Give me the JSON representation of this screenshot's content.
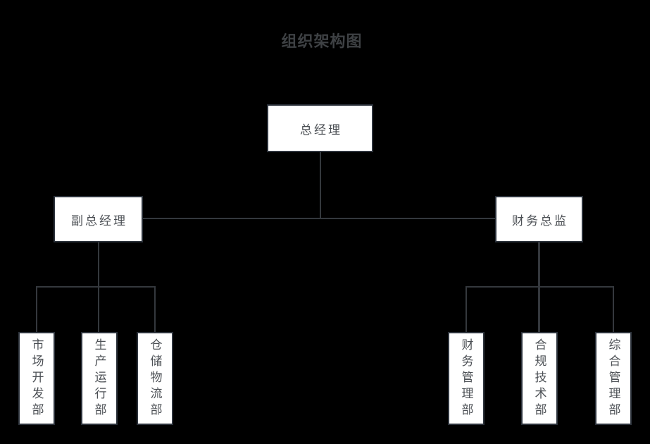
{
  "title": "组织架构图",
  "org": {
    "root": {
      "label": "总经理"
    },
    "level2": [
      {
        "id": "deputy-general-manager",
        "label": "副总经理"
      },
      {
        "id": "finance-director",
        "label": "财务总监"
      }
    ],
    "level3_left": [
      {
        "label": "市场开发部"
      },
      {
        "label": "生产运行部"
      },
      {
        "label": "仓储物流部"
      }
    ],
    "level3_right": [
      {
        "label": "财务管理部"
      },
      {
        "label": "合规技术部"
      },
      {
        "label": "综合管理部"
      }
    ]
  },
  "colors": {
    "background": "#000000",
    "node_fill": "#ffffff",
    "node_border": "#2c323b",
    "connector": "#34383d",
    "title_text": "#3e4144",
    "node_text": "#4c5055"
  }
}
